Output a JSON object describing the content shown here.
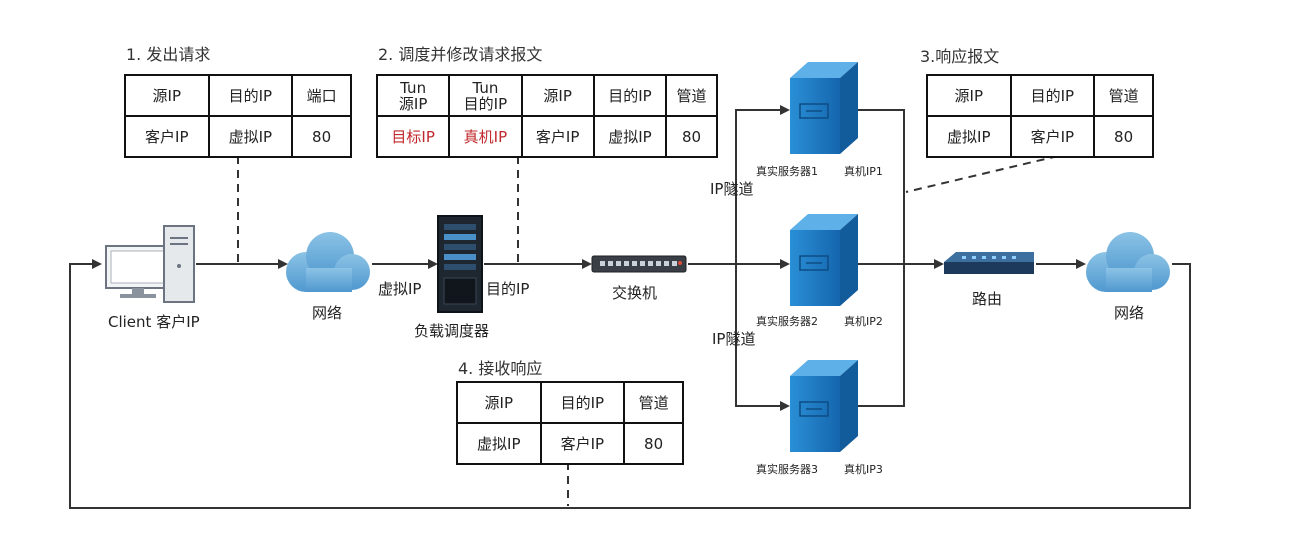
{
  "step1": {
    "title": "1. 发出请求",
    "headers": [
      "源IP",
      "目的IP",
      "端口"
    ],
    "values": [
      "客户IP",
      "虚拟IP",
      "80"
    ]
  },
  "step2": {
    "title": "2. 调度并修改请求报文",
    "headers": [
      "Tun\n源IP",
      "Tun\n目的IP",
      "源IP",
      "目的IP",
      "管道"
    ],
    "values": [
      "目标IP",
      "真机IP",
      "客户IP",
      "虚拟IP",
      "80"
    ]
  },
  "step3": {
    "title": "3.响应报文",
    "headers": [
      "源IP",
      "目的IP",
      "管道"
    ],
    "values": [
      "虚拟IP",
      "客户IP",
      "80"
    ]
  },
  "step4": {
    "title": "4. 接收响应",
    "headers": [
      "源IP",
      "目的IP",
      "管道"
    ],
    "values": [
      "虚拟IP",
      "客户IP",
      "80"
    ]
  },
  "nodes": {
    "client": "Client 客户IP",
    "net_left": "网络",
    "balancer": "负载调度器",
    "balancer_in": "虚拟IP",
    "balancer_out": "目的IP",
    "switch": "交换机",
    "router": "路由",
    "net_right": "网络",
    "tunnel_top": "IP隧道",
    "tunnel_bottom": "IP隧道"
  },
  "servers": [
    {
      "name": "真实服务器1",
      "ip": "真机IP1"
    },
    {
      "name": "真实服务器2",
      "ip": "真机IP2"
    },
    {
      "name": "真实服务器3",
      "ip": "真机IP3"
    }
  ],
  "colors": {
    "server_blue": "#1f7fc8",
    "cloud_blue": "#5aa0d0",
    "highlight_red": "#c0282d"
  },
  "icons": [
    "computer-icon",
    "cloud-icon",
    "server-rack-icon",
    "network-switch-icon",
    "server-tower-icon",
    "router-icon"
  ]
}
